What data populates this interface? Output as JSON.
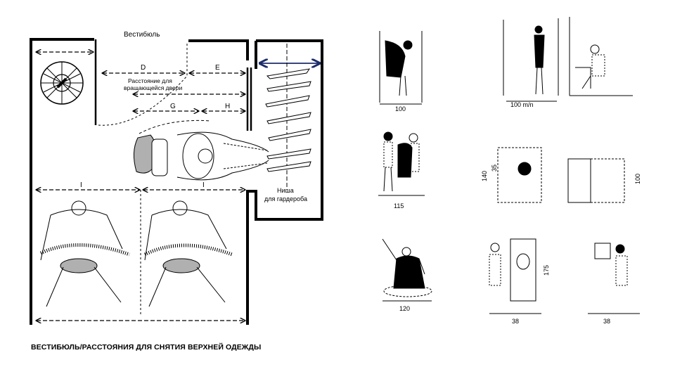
{
  "plan": {
    "title": "Вестибюль",
    "dims": {
      "D": "D",
      "E": "E",
      "G": "G",
      "H": "H",
      "I_left": "I",
      "I_right": "I"
    },
    "door_label_1": "Расстояние для",
    "door_label_2": "вращающейся двери",
    "niche_label_1": "Ниша",
    "niche_label_2": "для гардероба"
  },
  "caption": "ВЕСТИБЮЛЬ/РАССТОЯНИЯ ДЛЯ СНЯТИЯ ВЕРХНЕЙ ОДЕЖДЫ",
  "figures": {
    "f1": "100",
    "f2": "100 m/n",
    "f4": "115",
    "f5a": "140",
    "f5b": "35",
    "f6": "100",
    "f7": "120",
    "f8": "175",
    "f8b": "38",
    "f9": "38"
  }
}
